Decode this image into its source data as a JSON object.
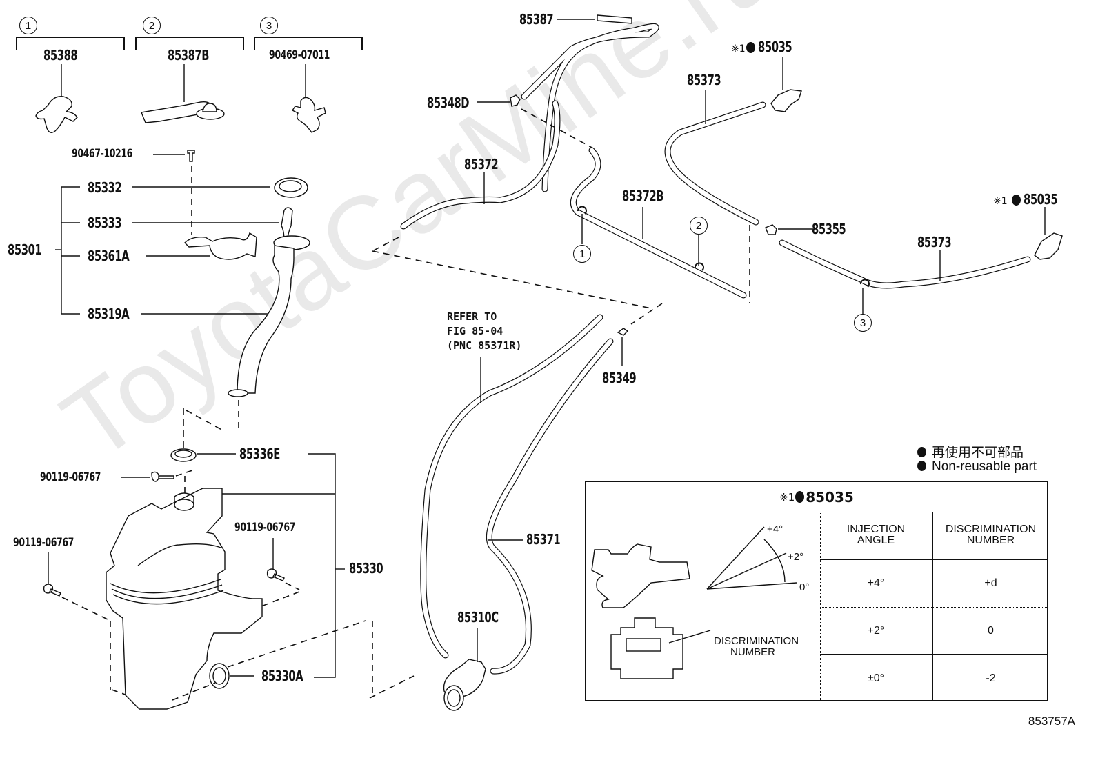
{
  "figure_number": "853757A",
  "watermark": "ToyotaCarMine.ru",
  "clip_groups": [
    {
      "ref": "1",
      "part": "85388"
    },
    {
      "ref": "2",
      "part": "85387B"
    },
    {
      "ref": "3",
      "part": "90469-07011"
    }
  ],
  "parts": {
    "p90467": "90467-10216",
    "p85332": "85332",
    "p85333": "85333",
    "p85301": "85301",
    "p85361A": "85361A",
    "p85319A": "85319A",
    "p85336E": "85336E",
    "p90119_a": "90119-06767",
    "p90119_b": "90119-06767",
    "p90119_c": "90119-06767",
    "p85330": "85330",
    "p85330A": "85330A",
    "p85387": "85387",
    "p85348D": "85348D",
    "p85372": "85372",
    "p85372B": "85372B",
    "p85373_a": "85373",
    "p85373_b": "85373",
    "p85355": "85355",
    "p85035_a": "85035",
    "p85035_b": "85035",
    "p85349": "85349",
    "p85371": "85371",
    "p85310C": "85310C"
  },
  "note_mark": "※1",
  "refer_note": [
    "REFER TO",
    "FIG 85-04",
    "(PNC 85371R)"
  ],
  "callouts": {
    "c1": "1",
    "c2": "2",
    "c3": "3"
  },
  "legend": {
    "jp": "再使用不可部品",
    "en": "Non-reusable part"
  },
  "spec_table": {
    "title_mark": "※1",
    "title_part": "85035",
    "figure_labels": {
      "angle_4": "+4°",
      "angle_2": "+2°",
      "angle_0": "0°",
      "discrimination": [
        "DISCRIMINATION",
        "NUMBER"
      ]
    },
    "headers": [
      [
        "INJECTION",
        "ANGLE"
      ],
      [
        "DISCRIMINATION",
        "NUMBER"
      ]
    ],
    "rows": [
      {
        "angle": "+4°",
        "number": "+d"
      },
      {
        "angle": "+2°",
        "number": "0"
      },
      {
        "angle": "±0°",
        "number": "-2"
      }
    ]
  }
}
